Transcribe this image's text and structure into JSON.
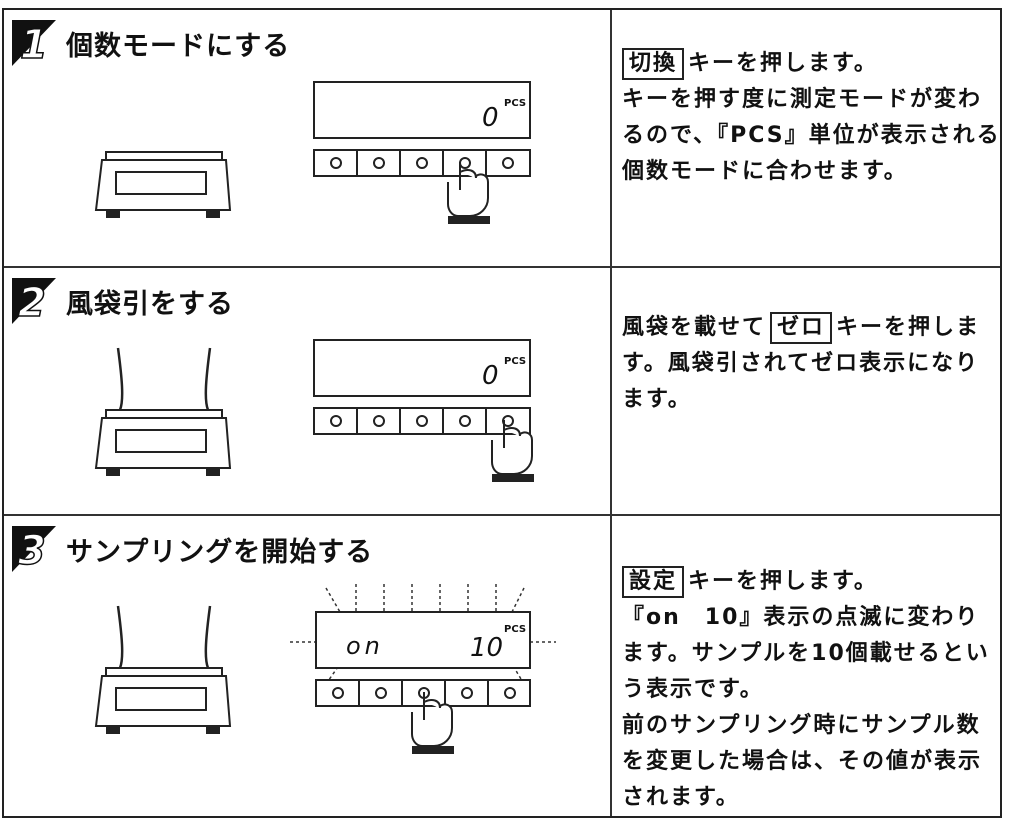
{
  "steps": [
    {
      "number": "1",
      "title": "個数モードにする",
      "display_value": "0",
      "display_unit": "PCS",
      "description": {
        "key": "切換",
        "line1_rest": "キーを押します。",
        "rest": "キーを押す度に測定モードが変わるので、『PCS』単位が表示される個数モードに合わせます。"
      }
    },
    {
      "number": "2",
      "title": "風袋引をする",
      "display_value": "0",
      "display_unit": "PCS",
      "description": {
        "pre": "風袋を載せて",
        "key": "ゼロ",
        "post": "キーを押します。風袋引されてゼロ表示になります。"
      }
    },
    {
      "number": "3",
      "title": "サンプリングを開始する",
      "display_left": "on",
      "display_value": "10",
      "display_unit": "PCS",
      "description": {
        "key": "設定",
        "line1_rest": "キーを押します。",
        "line2": "『on　10』表示の点滅に変わります。サンプルを10個載せるという表示です。",
        "line3": "前のサンプリング時にサンプル数を変更した場合は、その値が表示されます。"
      }
    }
  ],
  "icons": {
    "scale": "scale-icon",
    "scale_with_bag": "scale-with-bag-icon",
    "display_panel": "display-panel-icon",
    "pressing_hand": "pressing-hand-icon"
  }
}
